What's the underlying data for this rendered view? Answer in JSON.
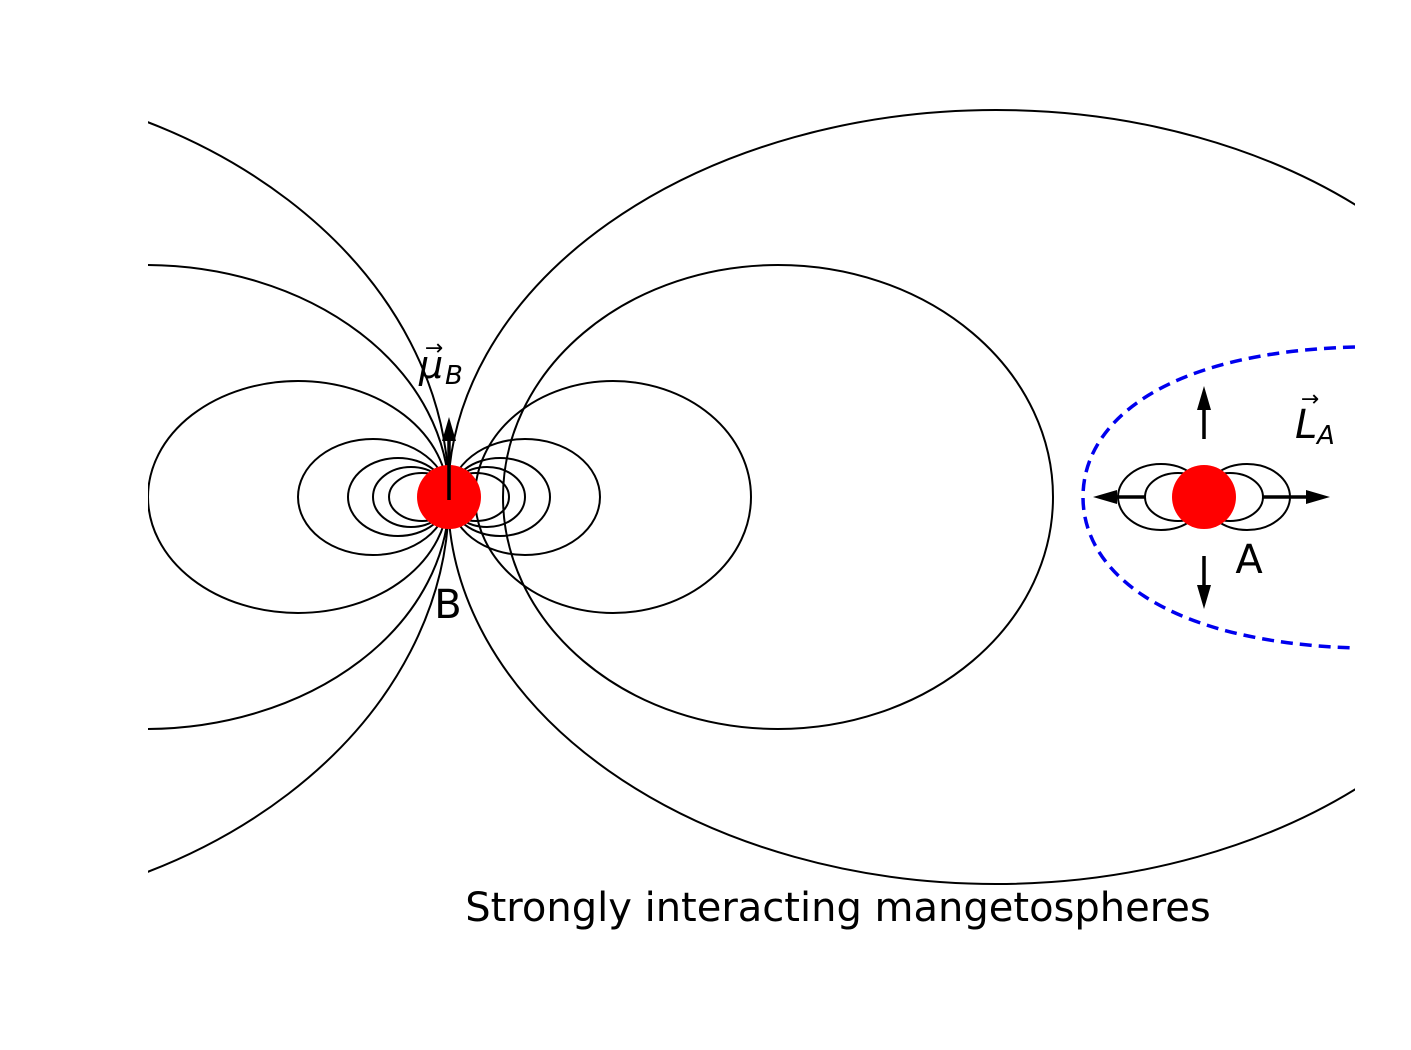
{
  "diagram": {
    "caption": "Strongly interacting mangetospheres",
    "star_b": {
      "label": "B",
      "moment_symbol": "μ",
      "moment_subscript": "B",
      "moment_vector_mark": "→"
    },
    "star_a": {
      "label": "A",
      "momentum_symbol": "L",
      "momentum_subscript": "A",
      "momentum_vector_mark": "→"
    },
    "colors": {
      "star": "#ff0000",
      "field_lines": "#000000",
      "boundary": "#0000ee",
      "background": "#ffffff"
    }
  }
}
